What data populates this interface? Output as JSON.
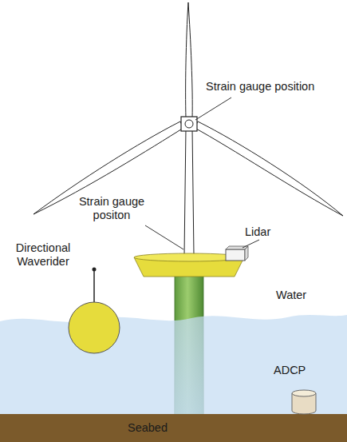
{
  "diagram": {
    "labels": [
      "Strain gauge position",
      "Strain gauge positon",
      "Lidar",
      "Directional Waverider",
      "Water",
      "ADCP",
      "Seabed"
    ]
  }
}
